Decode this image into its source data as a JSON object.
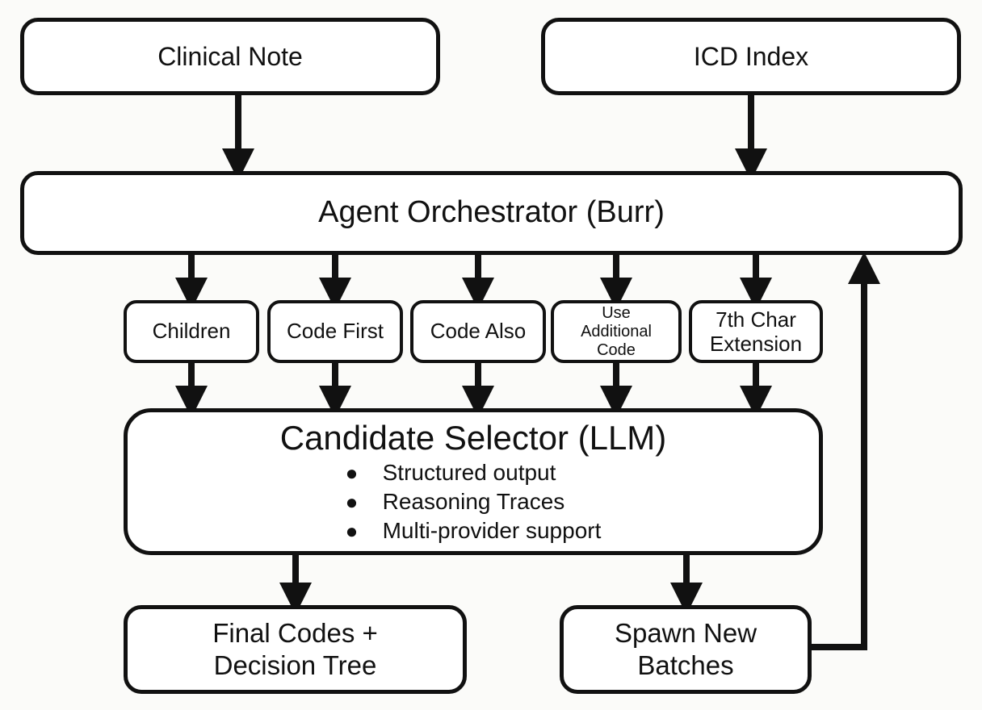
{
  "nodes": {
    "clinical_note": {
      "label": "Clinical Note"
    },
    "icd_index": {
      "label": "ICD Index"
    },
    "orchestrator": {
      "label": "Agent Orchestrator (Burr)"
    },
    "relations": [
      {
        "label": "Children"
      },
      {
        "label": "Code First"
      },
      {
        "label": "Code Also"
      },
      {
        "label": "Use Additional Code",
        "lines": [
          "Use",
          "Additional",
          "Code"
        ]
      },
      {
        "label": "7th Char Extension",
        "lines": [
          "7th Char",
          "Extension"
        ]
      }
    ],
    "selector": {
      "title": "Candidate Selector (LLM)",
      "bullets": [
        "Structured output",
        "Reasoning Traces",
        "Multi-provider support"
      ]
    },
    "final_codes": {
      "lines": [
        "Final Codes +",
        "Decision Tree"
      ]
    },
    "spawn_batches": {
      "lines": [
        "Spawn New",
        "Batches"
      ]
    }
  },
  "colors": {
    "stroke": "#111111",
    "box_fill": "#ffffff",
    "background": "#fbfbf9"
  }
}
